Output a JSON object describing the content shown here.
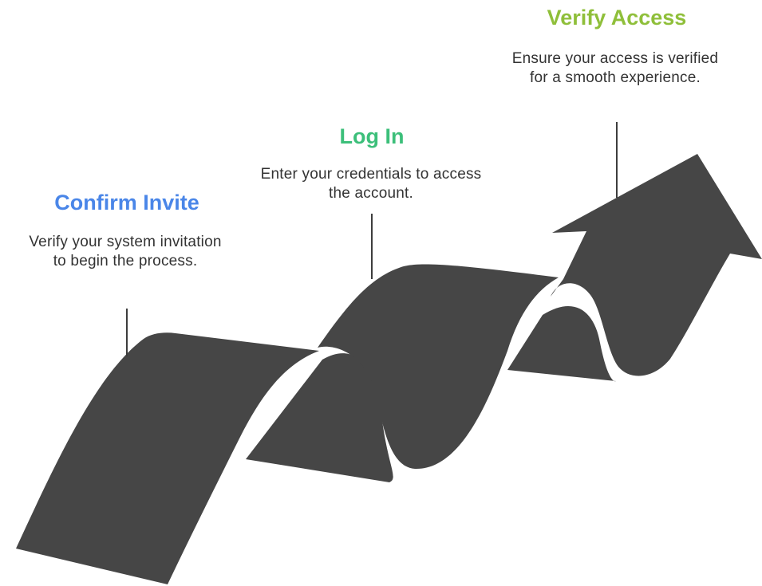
{
  "steps": [
    {
      "title": "Confirm Invite",
      "description": "Verify your system invitation to begin the process.",
      "color": "#4a86e8"
    },
    {
      "title": "Log In",
      "description": "Enter your credentials to access the account.",
      "color": "#3cbf7a"
    },
    {
      "title": "Verify Access",
      "description": "Ensure your access is verified for a smooth experience.",
      "color": "#8fbf3a"
    }
  ],
  "colors": {
    "ribbon": "#464646",
    "connector": "#3d3d3d"
  }
}
